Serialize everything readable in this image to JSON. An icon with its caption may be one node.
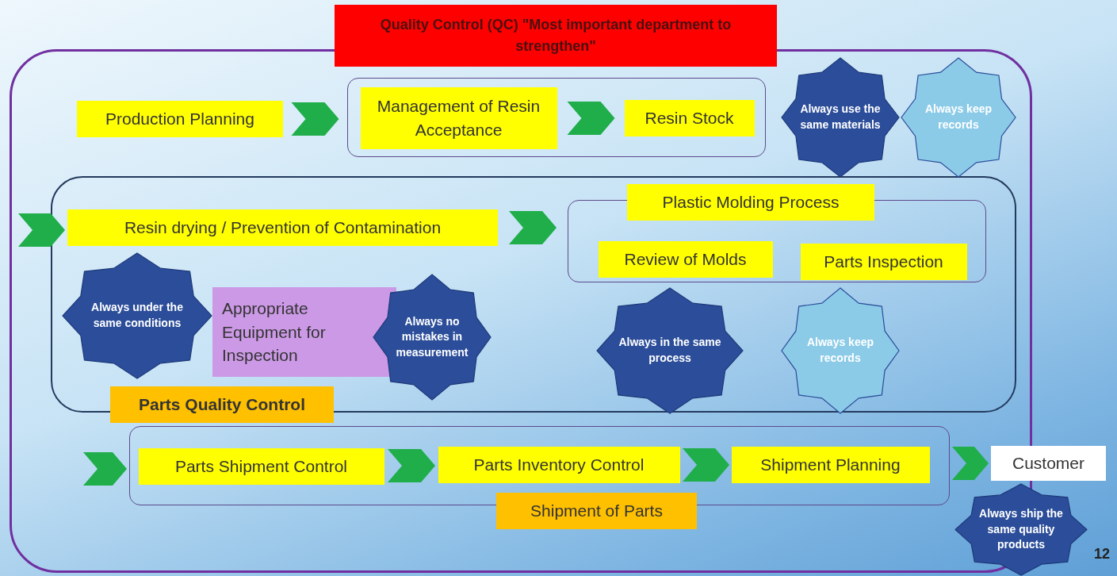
{
  "diagram": {
    "title": "Quality Control (QC) \"Most important department to strengthen\"",
    "nodes": [
      {
        "text": [],
        "shape": "box"
      },
      {
        "text": [
          "Production Planning"
        ],
        "in": 0
      },
      {
        "text": [],
        "shape": "box",
        "in": 0
      },
      {
        "text": [
          "Management of Resin Acceptance"
        ],
        "in": 2
      },
      {
        "text": [
          "Resin Stock"
        ],
        "in": 2
      },
      {
        "text": [
          "Always use the same materials"
        ],
        "in": 0
      },
      {
        "text": [
          "Always keep records"
        ],
        "in": 0
      },
      {
        "text": [
          "Parts Quality Control"
        ],
        "in": 0
      },
      {
        "text": [
          "Resin drying / Prevention of Contamination"
        ],
        "in": 7
      },
      {
        "text": [
          "Plastic Molding Process"
        ],
        "in": 7
      },
      {
        "text": [
          "Review of Molds"
        ],
        "in": 9
      },
      {
        "text": [
          "Parts Inspection"
        ],
        "in": 9
      },
      {
        "text": [
          "Always under the same conditions"
        ],
        "in": 7
      },
      {
        "text": [
          "Appropriate Equipment for Inspection"
        ],
        "in": 7
      },
      {
        "text": [
          "Always no mistakes in measurement"
        ],
        "in": 7
      },
      {
        "text": [
          "Always in the same process"
        ],
        "in": 7
      },
      {
        "text": [
          "Always keep records"
        ],
        "in": 7
      },
      {
        "text": [
          "Shipment of Parts"
        ],
        "in": 0
      },
      {
        "text": [
          "Parts Shipment Control"
        ],
        "in": 17
      },
      {
        "text": [
          "Parts Inventory Control"
        ],
        "in": 17
      },
      {
        "text": [
          "Shipment Planning"
        ],
        "in": 17
      },
      {
        "text": [
          "Customer"
        ]
      },
      {
        "text": [
          "Always ship the same quality products"
        ]
      }
    ],
    "edges": [
      {
        "from": 1,
        "to": 2,
        "arrow": "to"
      },
      {
        "from": 3,
        "to": 4,
        "arrow": "to"
      },
      {
        "from": null,
        "to": 8,
        "arrow": "to"
      },
      {
        "from": 8,
        "to": 9,
        "arrow": "to"
      },
      {
        "from": null,
        "to": 17,
        "arrow": "to"
      },
      {
        "from": 18,
        "to": 19,
        "arrow": "to"
      },
      {
        "from": 19,
        "to": 20,
        "arrow": "to"
      },
      {
        "from": 17,
        "to": 21,
        "arrow": "to"
      }
    ],
    "labels": [
      "12"
    ]
  }
}
